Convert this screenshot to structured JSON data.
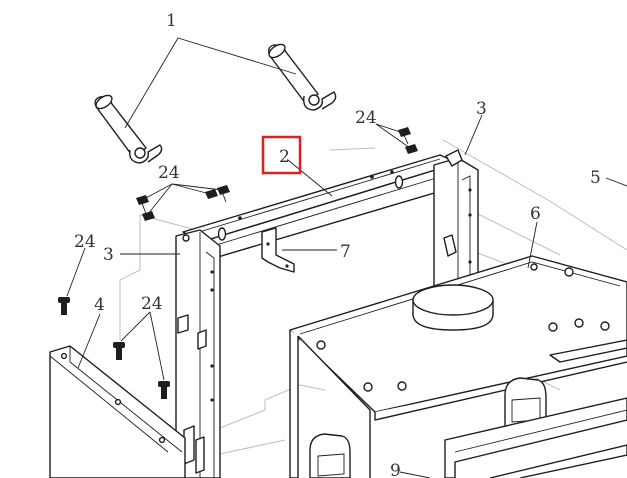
{
  "callouts": {
    "c1": "1",
    "c2": "2",
    "c3_right": "3",
    "c3_left": "3",
    "c4": "4",
    "c5": "5",
    "c6": "6",
    "c7": "7",
    "c9": "9",
    "c24_top": "24",
    "c24_mid": "24",
    "c24_left": "24",
    "c24_low": "24"
  },
  "colors": {
    "highlight": "#e02020",
    "line": "#1e1e1e",
    "ghost": "#bdbdbd"
  }
}
